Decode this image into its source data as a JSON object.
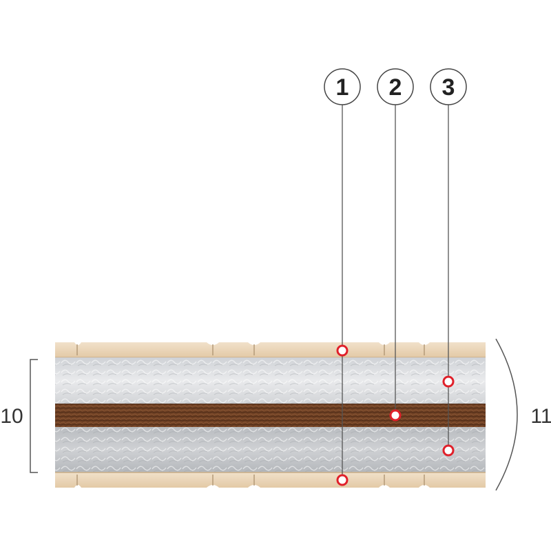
{
  "callouts": [
    {
      "label": "1"
    },
    {
      "label": "2"
    },
    {
      "label": "3"
    }
  ],
  "dimensions": {
    "core_height": "10",
    "total_height": "11"
  },
  "colors": {
    "cover": "#ecd8bd",
    "cover_edge": "#c9ad86",
    "batting_top": "#dcdee1",
    "batting_bottom": "#c2c5c9",
    "coir": "#6e4024",
    "marker": "#e0202a",
    "line": "#555555"
  }
}
